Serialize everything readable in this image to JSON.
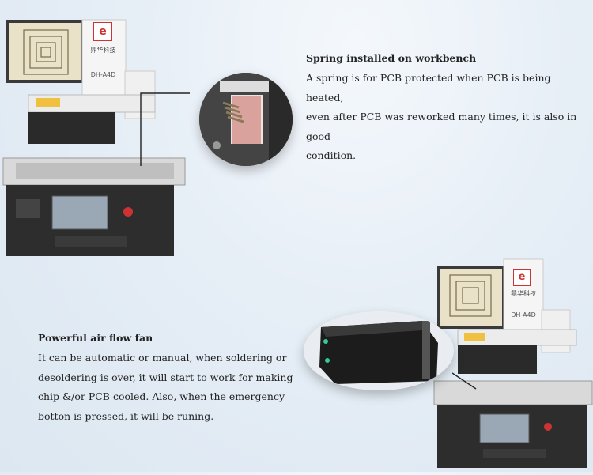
{
  "top_section": {
    "title": "Spring installed on workbench",
    "lines": [
      "A spring is for PCB protected when PCB is being heated,",
      "even after PCB was reworked many times, it is also in good",
      "condition."
    ],
    "machine": {
      "brand": "鼎华科技",
      "model": "DH-A4D",
      "logo": "e"
    }
  },
  "bottom_section": {
    "title": "Powerful air flow fan",
    "lines": [
      "It can be automatic or manual, when soldering or",
      "desoldering is over, it will start to work for making",
      "chip &/or PCB cooled. Also, when the emergency",
      "botton is pressed, it will be runing."
    ],
    "machine": {
      "brand": "鼎华科技",
      "model": "DH-A4D",
      "logo": "e"
    }
  }
}
